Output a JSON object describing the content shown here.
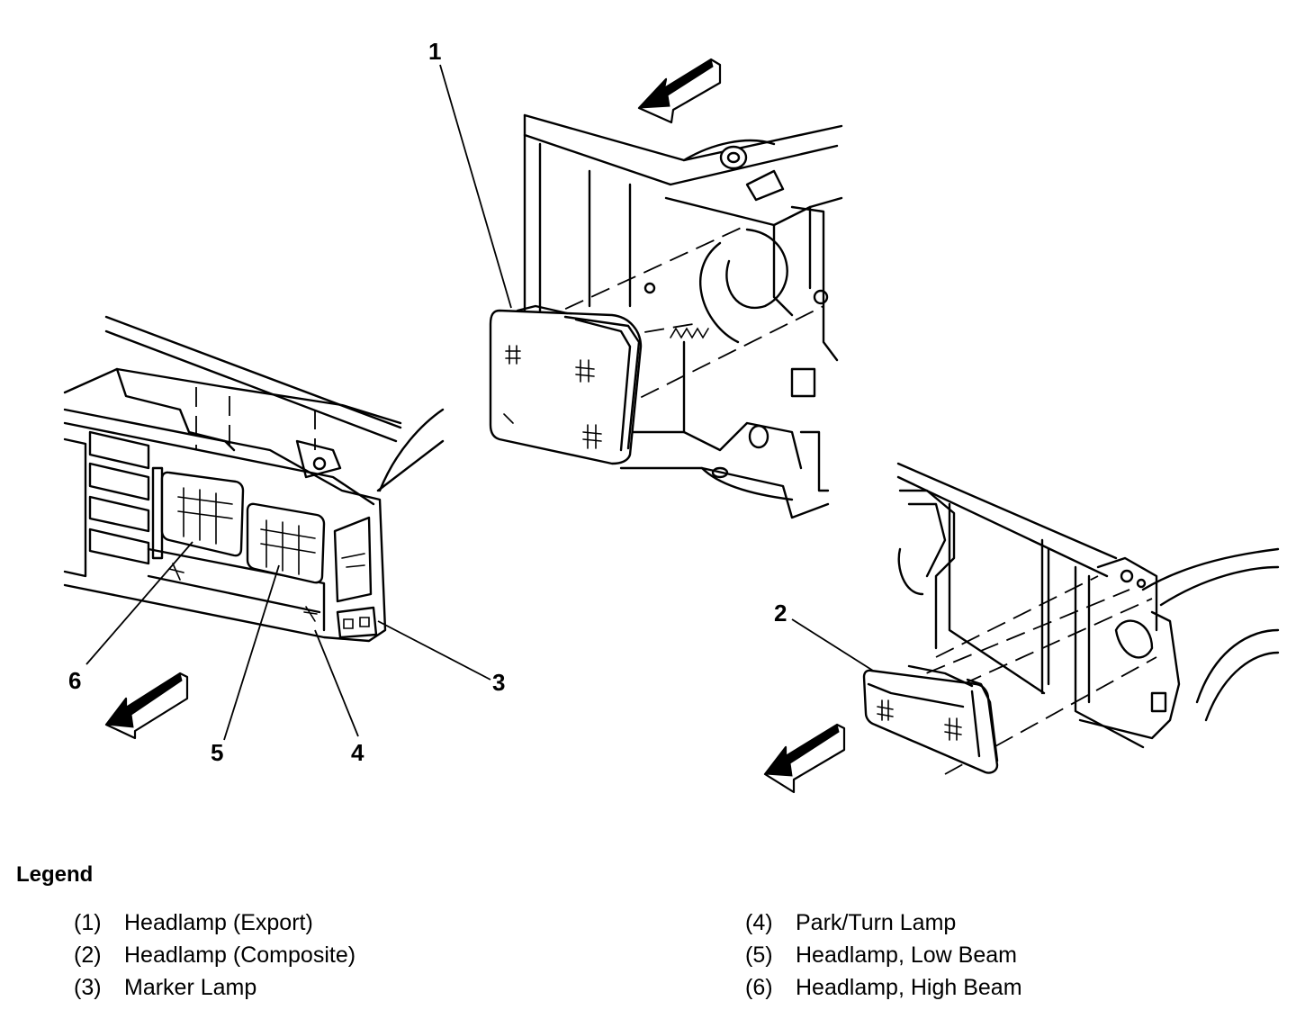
{
  "callouts": [
    "1",
    "2",
    "3",
    "4",
    "5",
    "6"
  ],
  "legend": {
    "title": "Legend",
    "left": [
      {
        "num": "(1)",
        "label": "Headlamp (Export)"
      },
      {
        "num": "(2)",
        "label": "Headlamp (Composite)"
      },
      {
        "num": "(3)",
        "label": "Marker Lamp"
      }
    ],
    "right": [
      {
        "num": "(4)",
        "label": "Park/Turn Lamp"
      },
      {
        "num": "(5)",
        "label": "Headlamp, Low Beam"
      },
      {
        "num": "(6)",
        "label": "Headlamp, High Beam"
      }
    ]
  },
  "icons": [
    "front-direction-arrow-icon"
  ]
}
